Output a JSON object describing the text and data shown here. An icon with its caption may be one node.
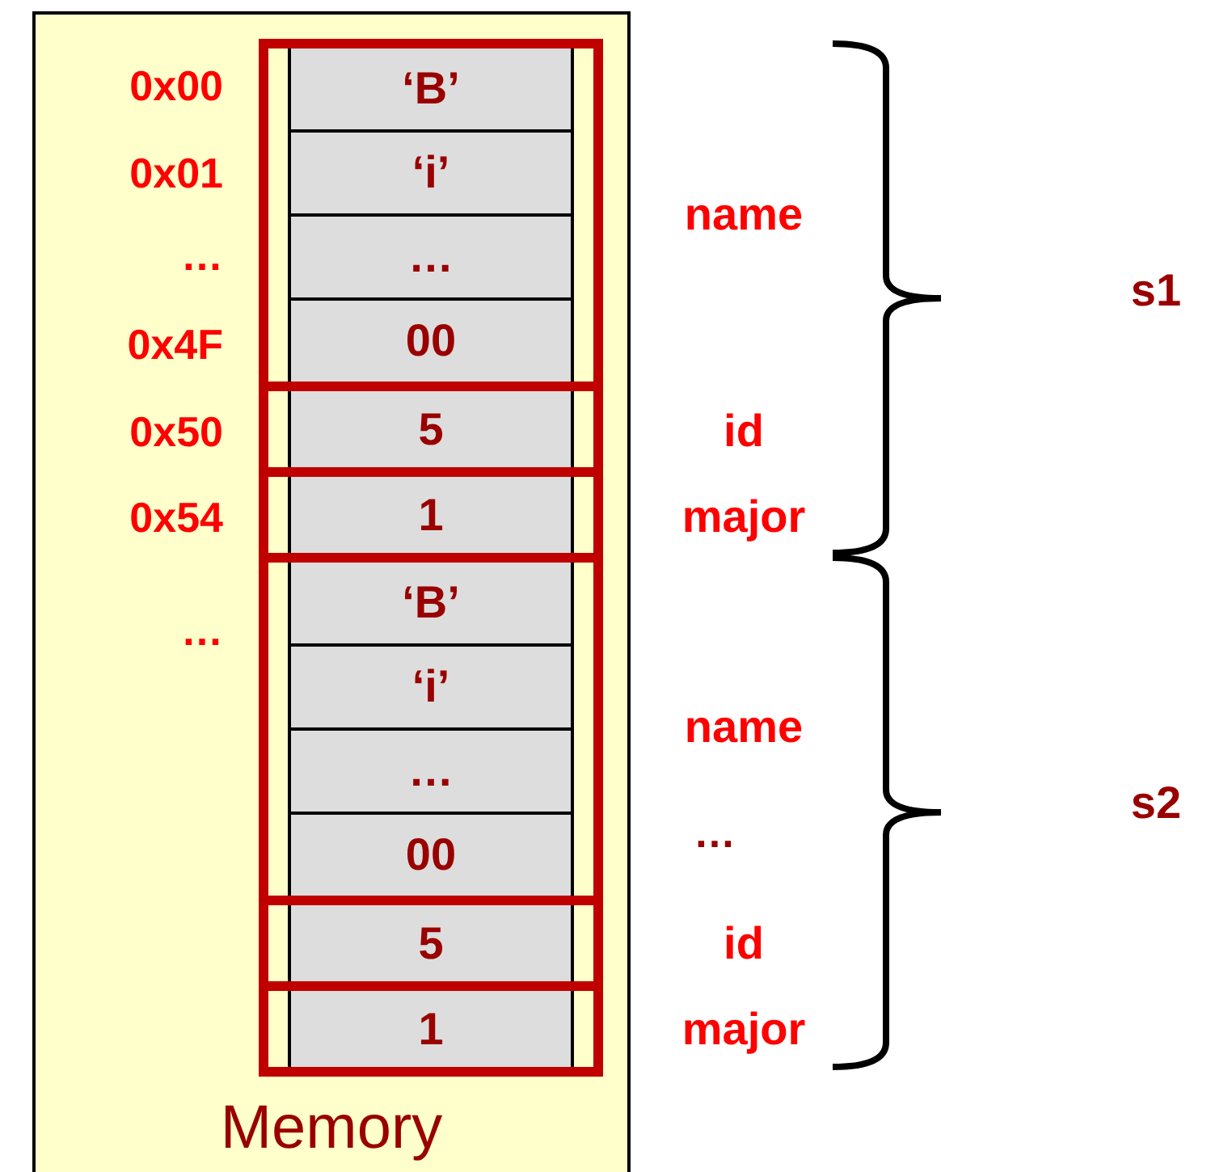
{
  "diagram": {
    "nodes": [
      {
        "text": [
          "Memory"
        ]
      },
      {
        "text": [],
        "shape": "box",
        "in": 0
      },
      {
        "text": [
          "‘B’"
        ],
        "in": 1
      },
      {
        "text": [
          "‘i’"
        ],
        "in": 1
      },
      {
        "text": [
          "…"
        ],
        "in": 1
      },
      {
        "text": [
          "00"
        ],
        "in": 1
      },
      {
        "text": [],
        "shape": "box",
        "in": 0
      },
      {
        "text": [
          "5"
        ],
        "in": 6
      },
      {
        "text": [],
        "shape": "box",
        "in": 0
      },
      {
        "text": [
          "1"
        ],
        "in": 8
      },
      {
        "text": [],
        "shape": "box",
        "in": 0
      },
      {
        "text": [
          "‘B’"
        ],
        "in": 10
      },
      {
        "text": [
          "‘i’"
        ],
        "in": 10
      },
      {
        "text": [
          "…"
        ],
        "in": 10
      },
      {
        "text": [
          "00"
        ],
        "in": 10
      },
      {
        "text": [],
        "shape": "box",
        "in": 0
      },
      {
        "text": [
          "5"
        ],
        "in": 15
      },
      {
        "text": [],
        "shape": "box",
        "in": 0
      },
      {
        "text": [
          "1"
        ],
        "in": 17
      }
    ],
    "labels": [
      "0x00",
      "0x01",
      "…",
      "0x4F",
      "0x50",
      "0x54",
      "…",
      "name",
      "id",
      "major",
      "name",
      "…",
      "id",
      "major",
      "s1",
      "s2"
    ]
  }
}
